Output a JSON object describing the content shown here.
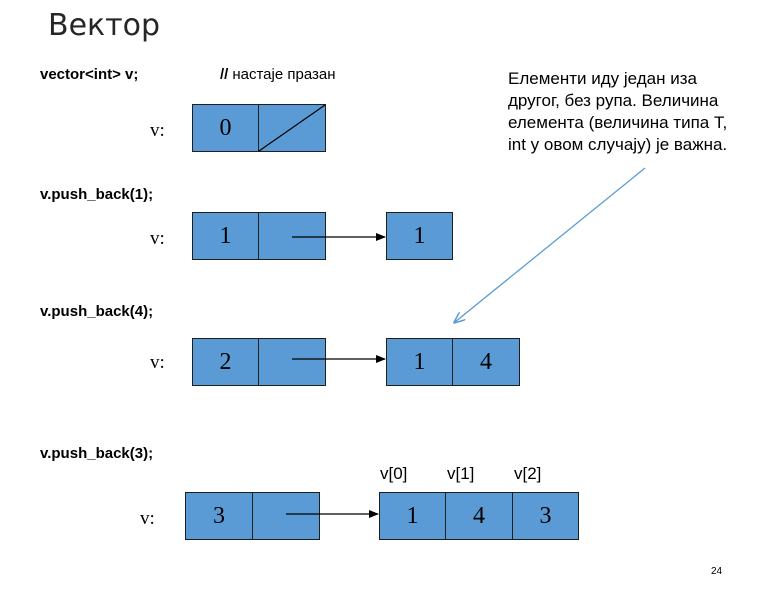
{
  "title": "Вектор",
  "comment": {
    "slashes": "//",
    "text": "настаје празан"
  },
  "note": [
    "Елементи иду један иза",
    "другог, без рупа. Величина",
    "елемента (величина типа Т,",
    "int у овом случају) је важна."
  ],
  "steps": [
    {
      "code": "vector<int> v;",
      "label": "v:",
      "size": "0",
      "elements": []
    },
    {
      "code": "v.push_back(1);",
      "label": "v:",
      "size": "1",
      "elements": [
        "1"
      ]
    },
    {
      "code": "v.push_back(4);",
      "label": "v:",
      "size": "2",
      "elements": [
        "1",
        "4"
      ]
    },
    {
      "code": "v.push_back(3);",
      "label": "v:",
      "size": "3",
      "elements": [
        "1",
        "4",
        "3"
      ],
      "indices": [
        "v[0]",
        "v[1]",
        "v[2]"
      ]
    }
  ],
  "page_number": "24",
  "colors": {
    "cell_fill": "#5b9bd5",
    "note_arrow": "#5b9bd5",
    "border": "#1f1f1f"
  }
}
